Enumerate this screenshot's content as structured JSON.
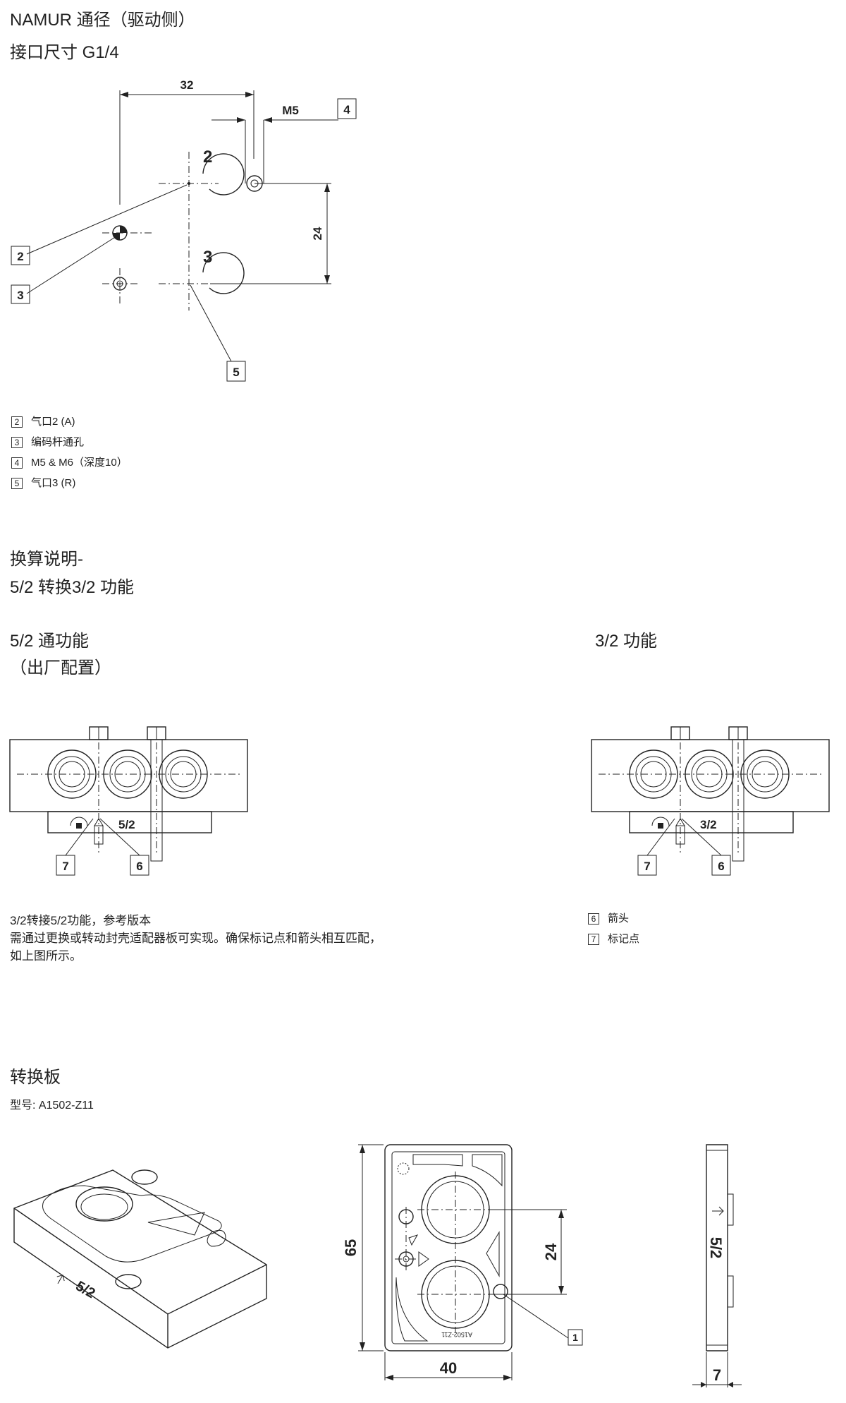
{
  "section1": {
    "title_line1": "NAMUR 通径（驱动侧）",
    "title_line2": "接口尺寸 G1/4",
    "dim_32": "32",
    "dim_m5": "M5",
    "dim_24": "24",
    "port_2": "2",
    "port_3": "3",
    "callouts": [
      "4",
      "2",
      "3",
      "5"
    ],
    "legend": [
      {
        "num": "2",
        "text": "气口2 (A)"
      },
      {
        "num": "3",
        "text": "编码杆通孔"
      },
      {
        "num": "4",
        "text": "M5 & M6（深度10）"
      },
      {
        "num": "5",
        "text": "气口3 (R)"
      }
    ]
  },
  "section2": {
    "title_line1": "换算说明-",
    "title_line2": "5/2 转换3/2 功能",
    "left_title_line1": "5/2 通功能",
    "left_title_line2": "（出厂配置）",
    "right_title": "3/2 功能",
    "left_label": "5/2",
    "right_label": "3/2",
    "callout_7": "7",
    "callout_6": "6",
    "note_lines": [
      "3/2转接5/2功能，参考版本",
      "需通过更换或转动封壳适配器板可实现。确保标记点和箭头相互匹配，",
      "如上图所示。"
    ],
    "legend": [
      {
        "num": "6",
        "text": "箭头"
      },
      {
        "num": "7",
        "text": "标记点"
      }
    ]
  },
  "section3": {
    "title": "转换板",
    "model": "型号: A1502-Z11",
    "dim_65": "65",
    "dim_24": "24",
    "dim_40": "40",
    "dim_7": "7",
    "callout_1": "1",
    "plate_label": "5/2"
  }
}
